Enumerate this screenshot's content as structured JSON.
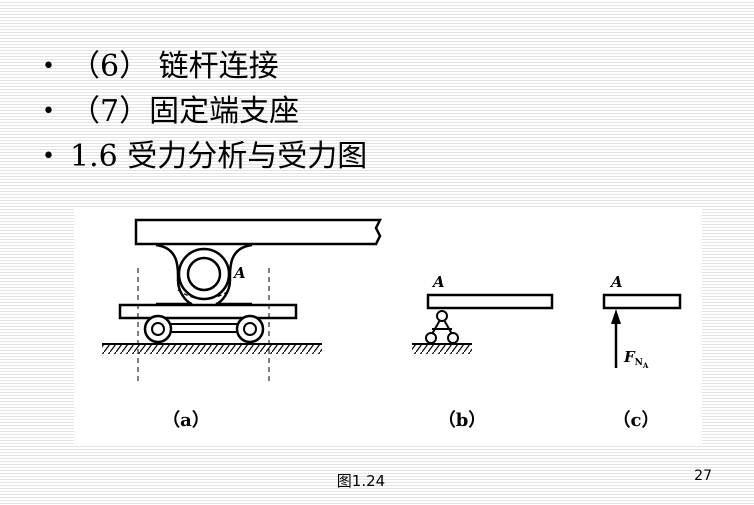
{
  "bullets": [
    {
      "text": "（6）  链杆连接"
    },
    {
      "text": "（7）固定端支座"
    },
    {
      "text": "1.6  受力分析与受力图"
    }
  ],
  "figure": {
    "point_label": "A",
    "force_label": "F",
    "force_sub": "N",
    "force_subsub": "A",
    "sub_a": "（a）",
    "sub_b": "（b）",
    "sub_c": "（c）"
  },
  "caption": "图1.24",
  "page_number": "27"
}
